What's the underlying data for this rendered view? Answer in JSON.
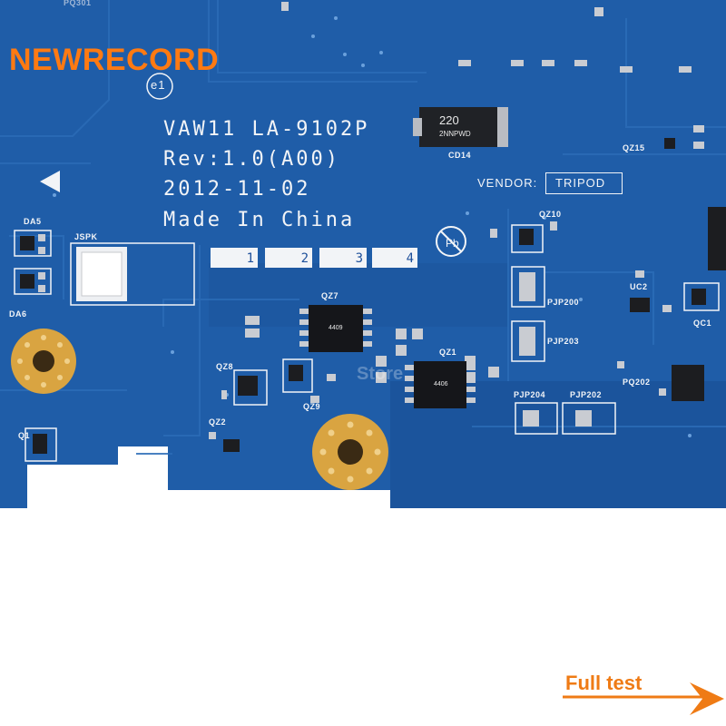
{
  "watermark": "NEWRECORD",
  "board": {
    "model": "VAW11  LA-9102P",
    "revision": "Rev:1.0(A00)",
    "date": "2012-11-02",
    "origin": "Made In China",
    "version_tag": "e1",
    "vendor_label": "VENDOR:",
    "vendor_name": "TRIPOD",
    "marker_numbers": [
      "1",
      "2",
      "3",
      "4"
    ],
    "top_partial_label": "PQ301"
  },
  "connector": {
    "label": "JSPK"
  },
  "diode": {
    "ref": "CD14",
    "marking": "220",
    "sub_marking": "2NNPWD"
  },
  "chips": {
    "qz7": {
      "ref": "QZ7",
      "marking": "4409"
    },
    "qz1": {
      "ref": "QZ1",
      "marking": "4406"
    }
  },
  "component_labels": {
    "da5": "DA5",
    "da6": "DA6",
    "q1": "Q1",
    "qz8": "QZ8",
    "qz9": "QZ9",
    "qz2": "QZ2",
    "qz10": "QZ10",
    "qz15": "QZ15",
    "uc2": "UC2",
    "qc1": "QC1",
    "pq202": "PQ202",
    "pjp200": "PJP200",
    "pjp203": "PJP203",
    "pjp204": "PJP204",
    "pjp202": "PJP202"
  },
  "store_watermark": "Store",
  "footer": {
    "label": "Full test"
  },
  "colors": {
    "pcb": "#1f5da8",
    "pcb_dark": "#174a8c",
    "trace": "#2a6bb5",
    "silkscreen": "#f2f4f7",
    "gold": "#d9a441",
    "watermark": "#ff7a12",
    "background": "#ffffff"
  },
  "icons": [
    "triangle-marker-icon",
    "lead-free-icon",
    "arrow-right-icon"
  ]
}
